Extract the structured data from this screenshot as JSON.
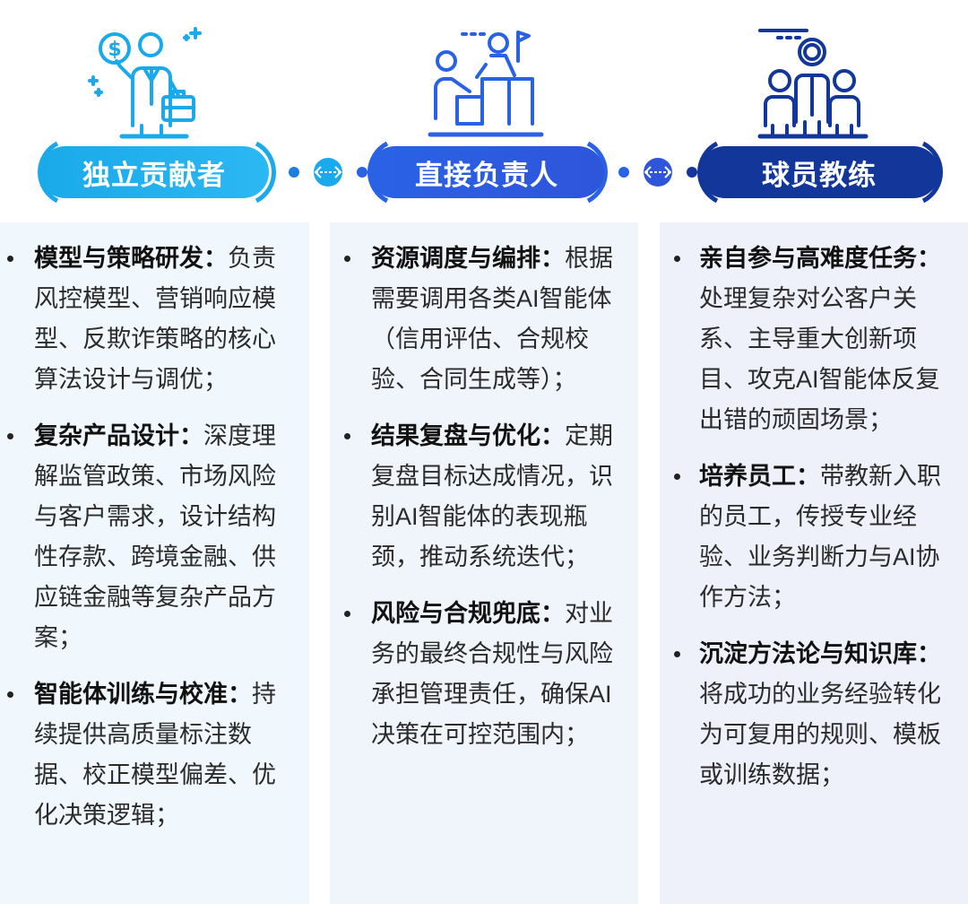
{
  "colors": {
    "c1": "#1aa9ea",
    "c2": "#2a62e6",
    "c3": "#13369a"
  },
  "roles": [
    {
      "title": "独立贡献者",
      "icon": "person-with-money-and-briefcase-icon",
      "items": [
        {
          "head": "模型与策略研发",
          "sep": "：",
          "body": "负责风控模型、营销响应模型、反欺诈策略的核心算法设计与调优；"
        },
        {
          "head": "复杂产品设计",
          "sep": "：",
          "body": "深度理解监管政策、市场风险与客户需求，设计结构性存款、跨境金融、供应链金融等复杂产品方案；"
        },
        {
          "head": "智能体训练与校准",
          "sep": "：",
          "body": "持续提供高质量标注数据、校正模型偏差、优化决策逻辑；"
        }
      ]
    },
    {
      "title": "直接负责人",
      "icon": "climbing-team-with-flag-icon",
      "items": [
        {
          "head": "资源调度与编排",
          "sep": "：",
          "body": "根据需要调用各类AI智能体（信用评估、合规校验、合同生成等）；"
        },
        {
          "head": "结果复盘与优化",
          "sep": "：",
          "body": "定期复盘目标达成情况，识别AI智能体的表现瓶颈，推动系统迭代；"
        },
        {
          "head": "风险与合规兜底",
          "sep": "：",
          "body": "对业务的最终合规性与风险承担管理责任，确保AI决策在可控范围内；"
        }
      ]
    },
    {
      "title": "球员教练",
      "icon": "coach-with-team-icon",
      "items": [
        {
          "head": "亲自参与高难度任务",
          "sep": "：",
          "body": "处理复杂对公客户关系、主导重大创新项目、攻克AI智能体反复出错的顽固场景；"
        },
        {
          "head": "培养员工",
          "sep": "：",
          "body": "带教新入职的员工，传授专业经验、业务判断力与AI协作方法；"
        },
        {
          "head": "沉淀方法论与知识库",
          "sep": "：",
          "body": "将成功的业务经验转化为可复用的规则、模板或训练数据；"
        }
      ]
    }
  ]
}
